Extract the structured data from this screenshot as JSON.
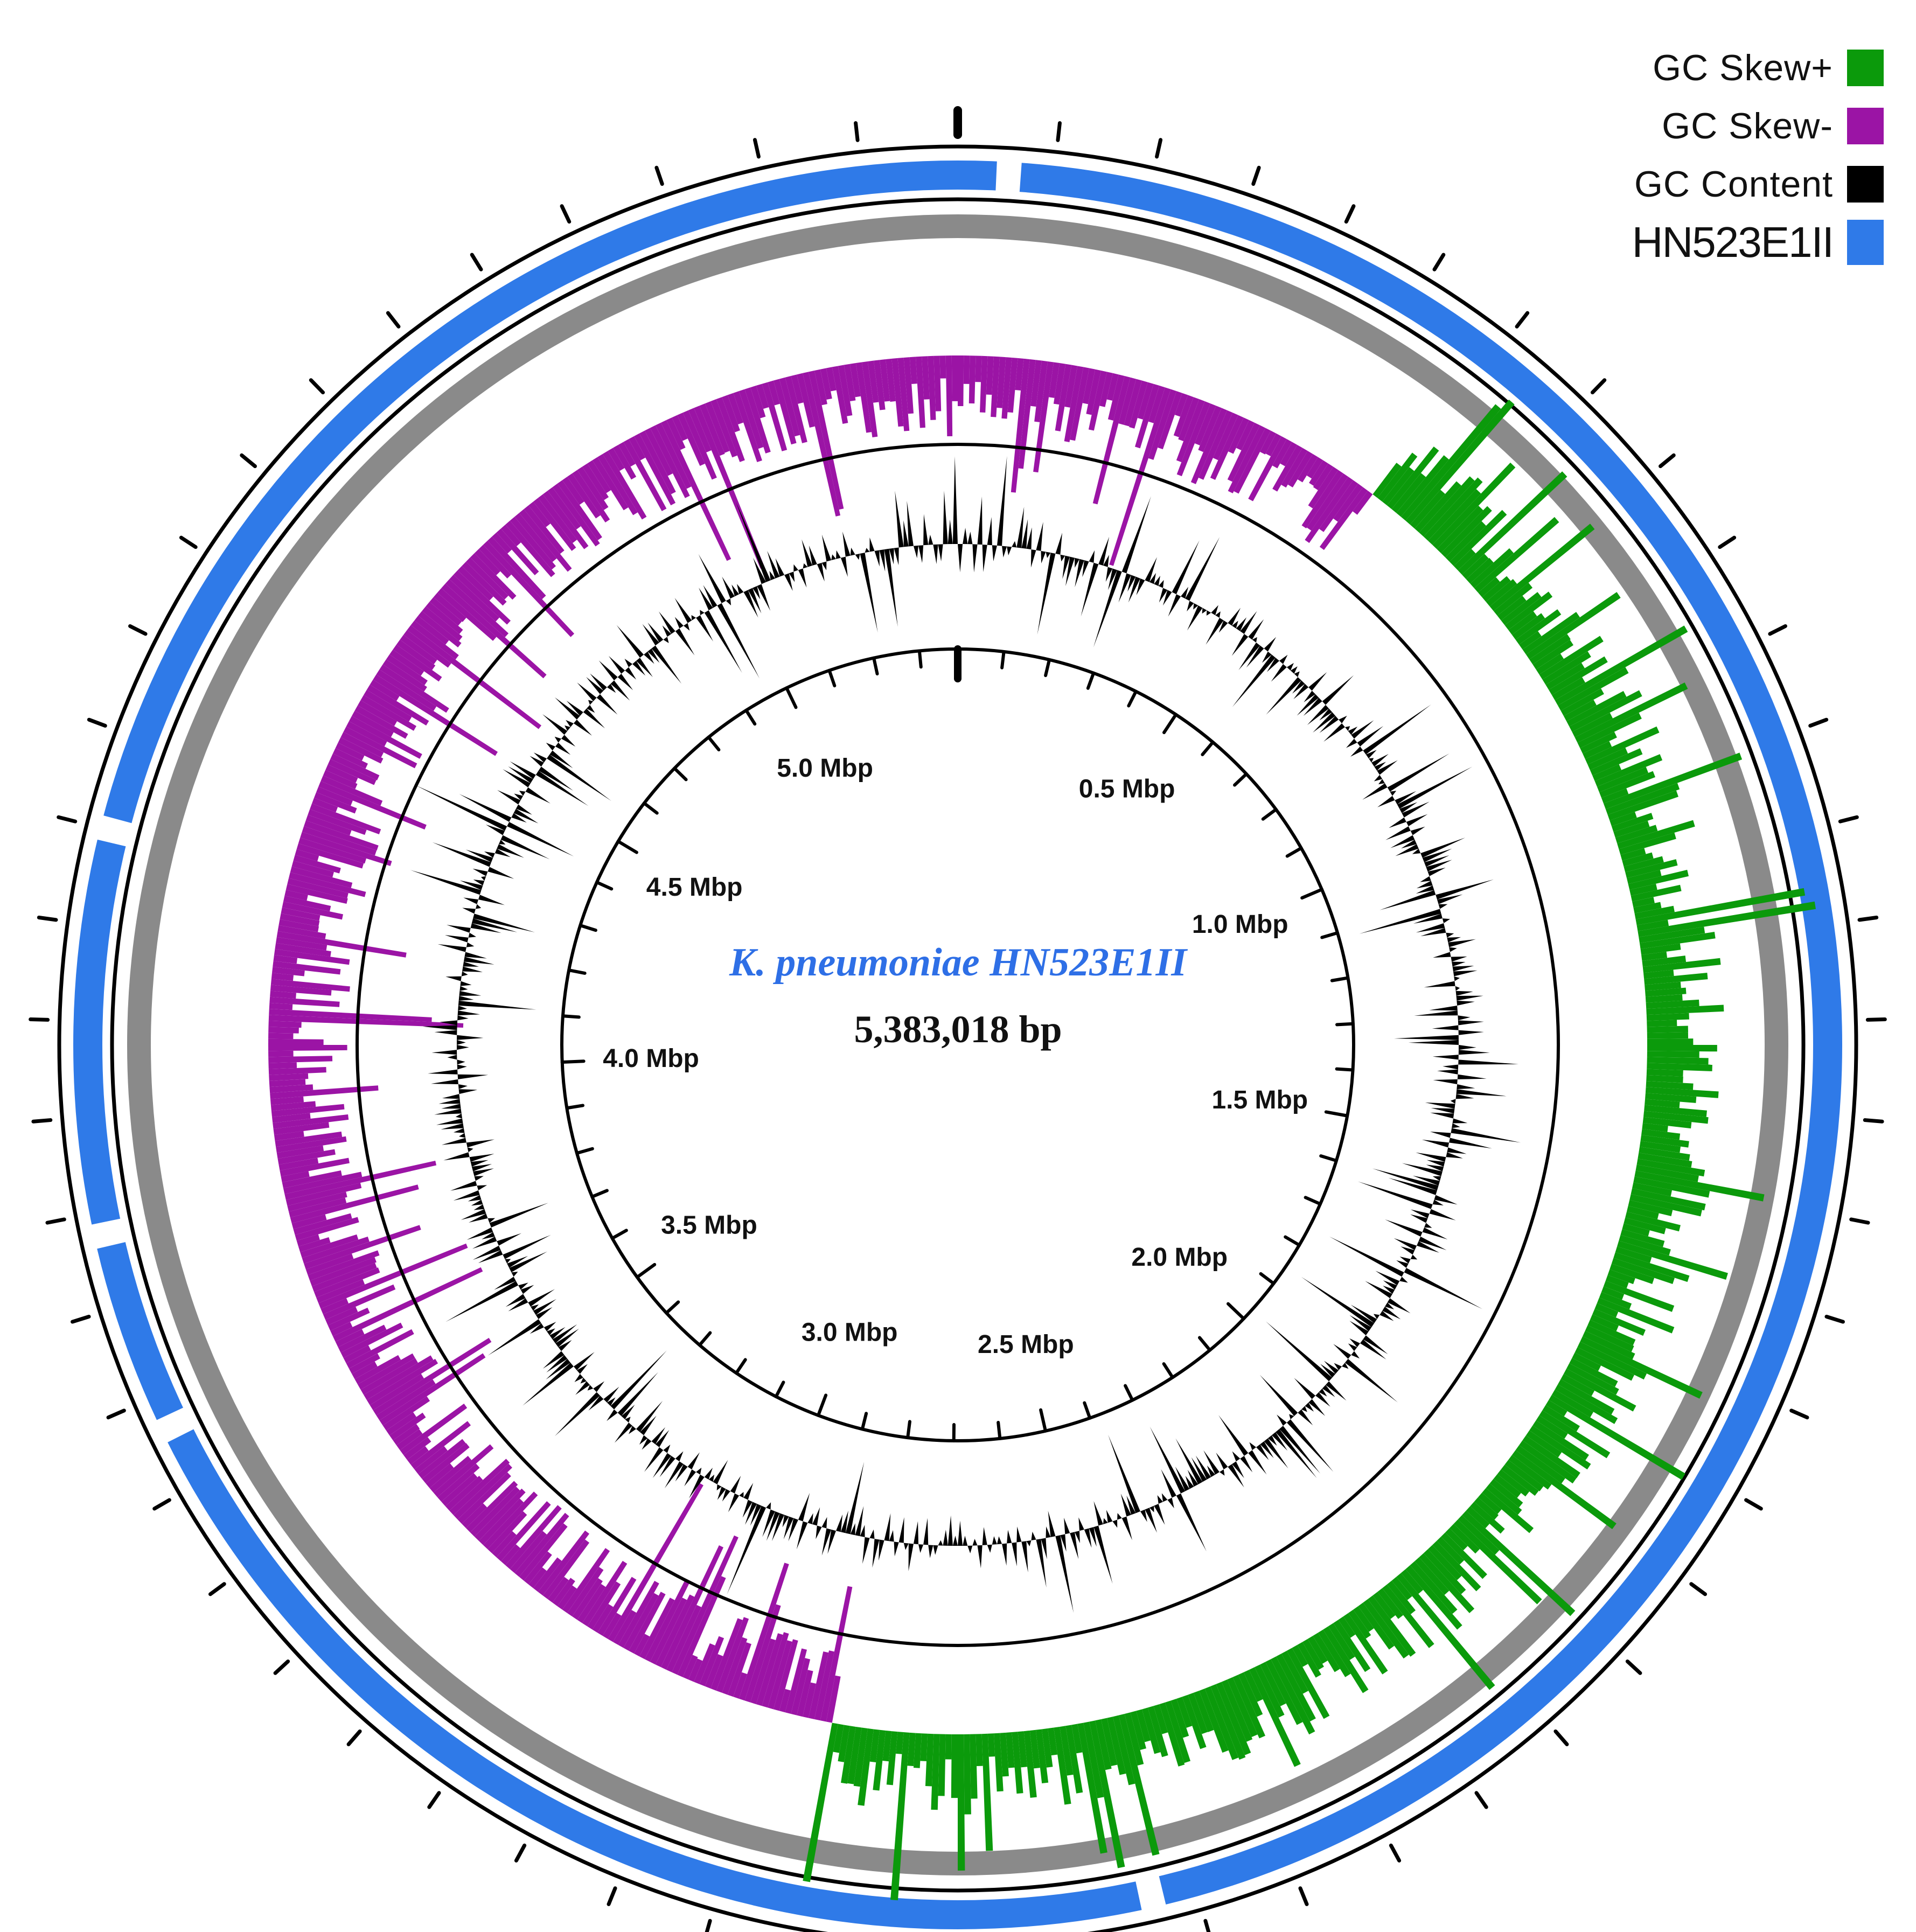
{
  "legend": [
    {
      "label": "GC Skew+",
      "color": "#0b9a0b"
    },
    {
      "label": "GC Skew-",
      "color": "#9b14a5"
    },
    {
      "label": "GC Content",
      "color": "#000000"
    },
    {
      "label": "HN523E1II",
      "color": "#2f7ae8"
    }
  ],
  "center": {
    "title": "K. pneumoniae HN523E1II",
    "genome_size": "5,383,018 bp"
  },
  "colors": {
    "skew_positive": "#0b9a0b",
    "skew_negative": "#9b14a5",
    "gc_content": "#000000",
    "genome_ring": "#2f7ae8",
    "backbone_ring": "#8a8a8a",
    "title_color": "#2e6fe6"
  },
  "chart_data": {
    "type": "circular-genome-map",
    "genome_length_bp": 5383018,
    "position_labels": [
      "0.5 Mbp",
      "1.0 Mbp",
      "1.5 Mbp",
      "2.0 Mbp",
      "2.5 Mbp",
      "3.0 Mbp",
      "3.5 Mbp",
      "4.0 Mbp",
      "4.5 Mbp",
      "5.0 Mbp"
    ],
    "position_values_mbp": [
      0.5,
      1.0,
      1.5,
      2.0,
      2.5,
      3.0,
      3.5,
      4.0,
      4.5,
      5.0
    ],
    "gc_skew_positive_range_mbp": [
      0.55,
      2.85
    ],
    "gc_skew_negative_range_mbp": [
      [
        0.0,
        0.55
      ],
      [
        2.85,
        5.383018
      ]
    ],
    "genome_ring_gaps_mbp": [
      0.05,
      2.5,
      3.65,
      3.85,
      4.25
    ]
  }
}
